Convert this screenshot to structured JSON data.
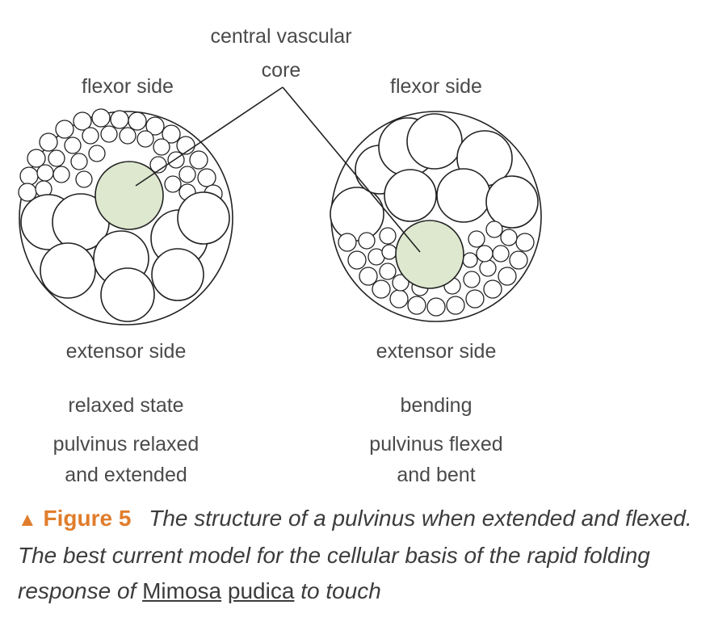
{
  "labels": {
    "central_core": "central vascular",
    "central_core_2": "core",
    "left_top": "flexor side",
    "right_top": "flexor side",
    "left_bottom": "extensor side",
    "right_bottom": "extensor side",
    "left_state": "relaxed state",
    "right_state": "bending",
    "left_desc_1": "pulvinus relaxed",
    "left_desc_2": "and extended",
    "right_desc_1": "pulvinus flexed",
    "right_desc_2": "and bent"
  },
  "caption": {
    "marker": "▲",
    "figure": "Figure 5",
    "text_1": "The structure of a pulvinus when extended and flexed. The best current model for the cellular basis of the rapid folding response of ",
    "genus": "Mimosa",
    "species": "pudica",
    "text_2": " to touch"
  },
  "colors": {
    "core_fill": "#dde8cf",
    "stroke": "#222222",
    "accent": "#e07d2c"
  }
}
